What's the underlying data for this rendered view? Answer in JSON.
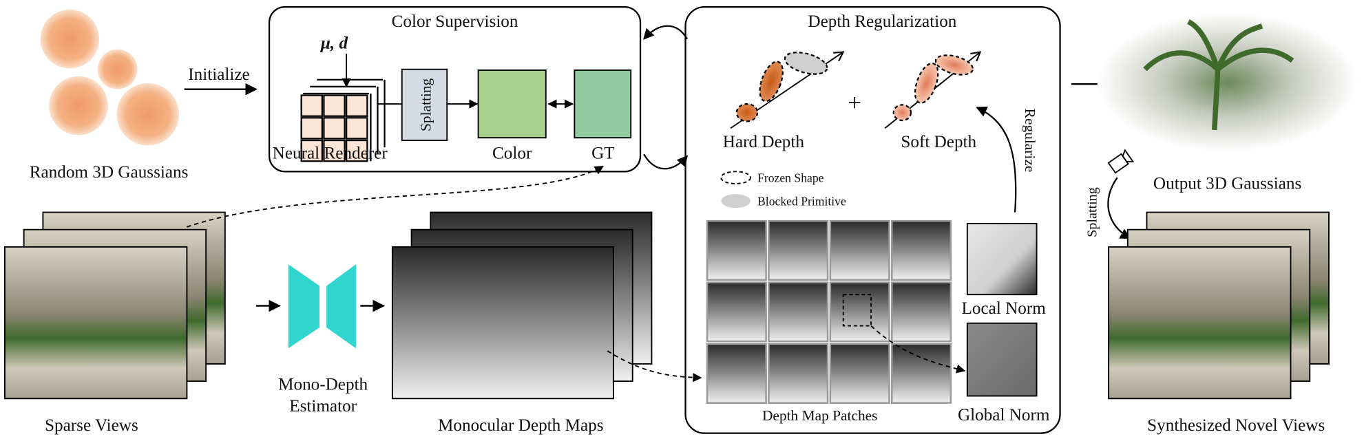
{
  "left": {
    "random_gaussians_label": "Random 3D Gaussians",
    "initialize_label": "Initialize",
    "sparse_views_label": "Sparse Views",
    "mono_depth_label_line1": "Mono-Depth",
    "mono_depth_label_line2": "Estimator",
    "monocular_depth_maps_label": "Monocular Depth Maps"
  },
  "color_supervision": {
    "title": "Color Supervision",
    "input_symbol": "μ, d",
    "neural_renderer_label": "Neural Renderer",
    "splatting_label": "Splatting",
    "color_label": "Color",
    "gt_label": "GT",
    "colors": {
      "color_box": "#a8d18d",
      "gt_box": "#93c99e",
      "splatting_box": "#d6dce6",
      "cube": "#fbe5d6"
    }
  },
  "depth_regularization": {
    "title": "Depth Regularization",
    "hard_depth_label": "Hard Depth",
    "plus_sign": "+",
    "soft_depth_label": "Soft Depth",
    "regularize_label": "Regularize",
    "legend": [
      {
        "label": "Frozen Shape"
      },
      {
        "label": "Blocked Primitive"
      }
    ],
    "patches_label": "Depth Map Patches",
    "local_norm_label": "Local Norm",
    "global_norm_label": "Global Norm",
    "colors": {
      "primitive": "#c55a11",
      "blocked": "#d0d0d0"
    }
  },
  "right": {
    "output_label": "Output 3D Gaussians",
    "splatting_label": "Splatting",
    "novel_views_label": "Synthesized Novel Views"
  },
  "colors": {
    "gaussian": "#f4b183",
    "estimator": "#30d5d0"
  }
}
